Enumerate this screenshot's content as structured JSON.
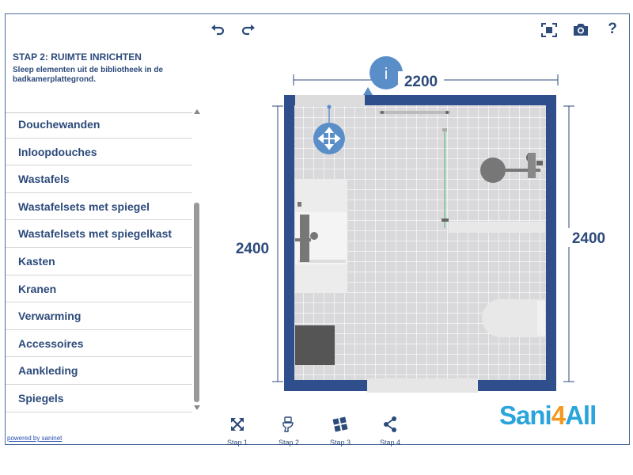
{
  "step": {
    "title": "STAP 2: RUIMTE INRICHTEN",
    "description": "Sleep elementen uit de bibliotheek in de badkamerplattegrond."
  },
  "categories": [
    "Douchewanden",
    "Inloopdouches",
    "Wastafels",
    "Wastafelsets met spiegel",
    "Wastafelsets met spiegelkast",
    "Kasten",
    "Kranen",
    "Verwarming",
    "Accessoires",
    "Aankleding",
    "Spiegels"
  ],
  "powered_by": "powered by saninet",
  "toolbar": {
    "undo_icon": "undo-icon",
    "redo_icon": "redo-icon",
    "fullscreen_icon": "fullscreen-icon",
    "camera_icon": "camera-icon",
    "help_label": "?"
  },
  "floorplan": {
    "width_top": "2200",
    "width_bottom": "2200",
    "height_left": "2400",
    "height_right": "2400",
    "info_label": "i"
  },
  "steps": [
    {
      "label": "Stap 1",
      "icon": "move-arrows-icon"
    },
    {
      "label": "Stap 2",
      "icon": "toilet-icon"
    },
    {
      "label": "Stap 3",
      "icon": "tiles-icon"
    },
    {
      "label": "Stap 4",
      "icon": "share-icon"
    }
  ],
  "logo": {
    "part1": "Sani",
    "part2": "4",
    "part3": "All"
  },
  "colors": {
    "wall": "#2e4f8c",
    "floor_tile": "#d9d9dc",
    "accent": "#5a8ec8",
    "text": "#2c4a7a"
  }
}
